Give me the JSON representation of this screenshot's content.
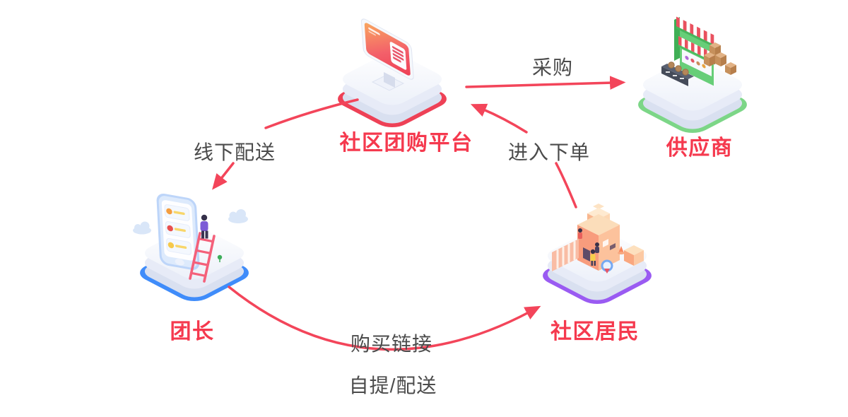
{
  "diagram": {
    "description": "community group buying flow diagram",
    "nodes": [
      {
        "id": "platform",
        "label": "社区团购平台",
        "icon": "pos-terminal-icon",
        "accent": "#EE4156"
      },
      {
        "id": "supplier",
        "label": "供应商",
        "icon": "storefront-icon",
        "accent": "#7CD687"
      },
      {
        "id": "leader",
        "label": "团长",
        "icon": "smartphone-ladder-icon",
        "accent": "#3F8CFA"
      },
      {
        "id": "residents",
        "label": "社区居民",
        "icon": "community-building-icon",
        "accent": "#9A5BF2"
      }
    ],
    "edges": [
      {
        "from": "platform",
        "to": "supplier",
        "label": "采购"
      },
      {
        "from": "residents",
        "to": "platform",
        "label": "进入下单"
      },
      {
        "from": "platform",
        "to": "leader",
        "label": "线下配送"
      },
      {
        "from": "leader",
        "to": "residents",
        "label": "购买链接",
        "label2": "自提/配送"
      }
    ],
    "colors": {
      "node-label": "#F5394E",
      "edge-label": "#4B4B4B",
      "arrow": "#F3455A",
      "background": "#FFFFFF"
    }
  }
}
